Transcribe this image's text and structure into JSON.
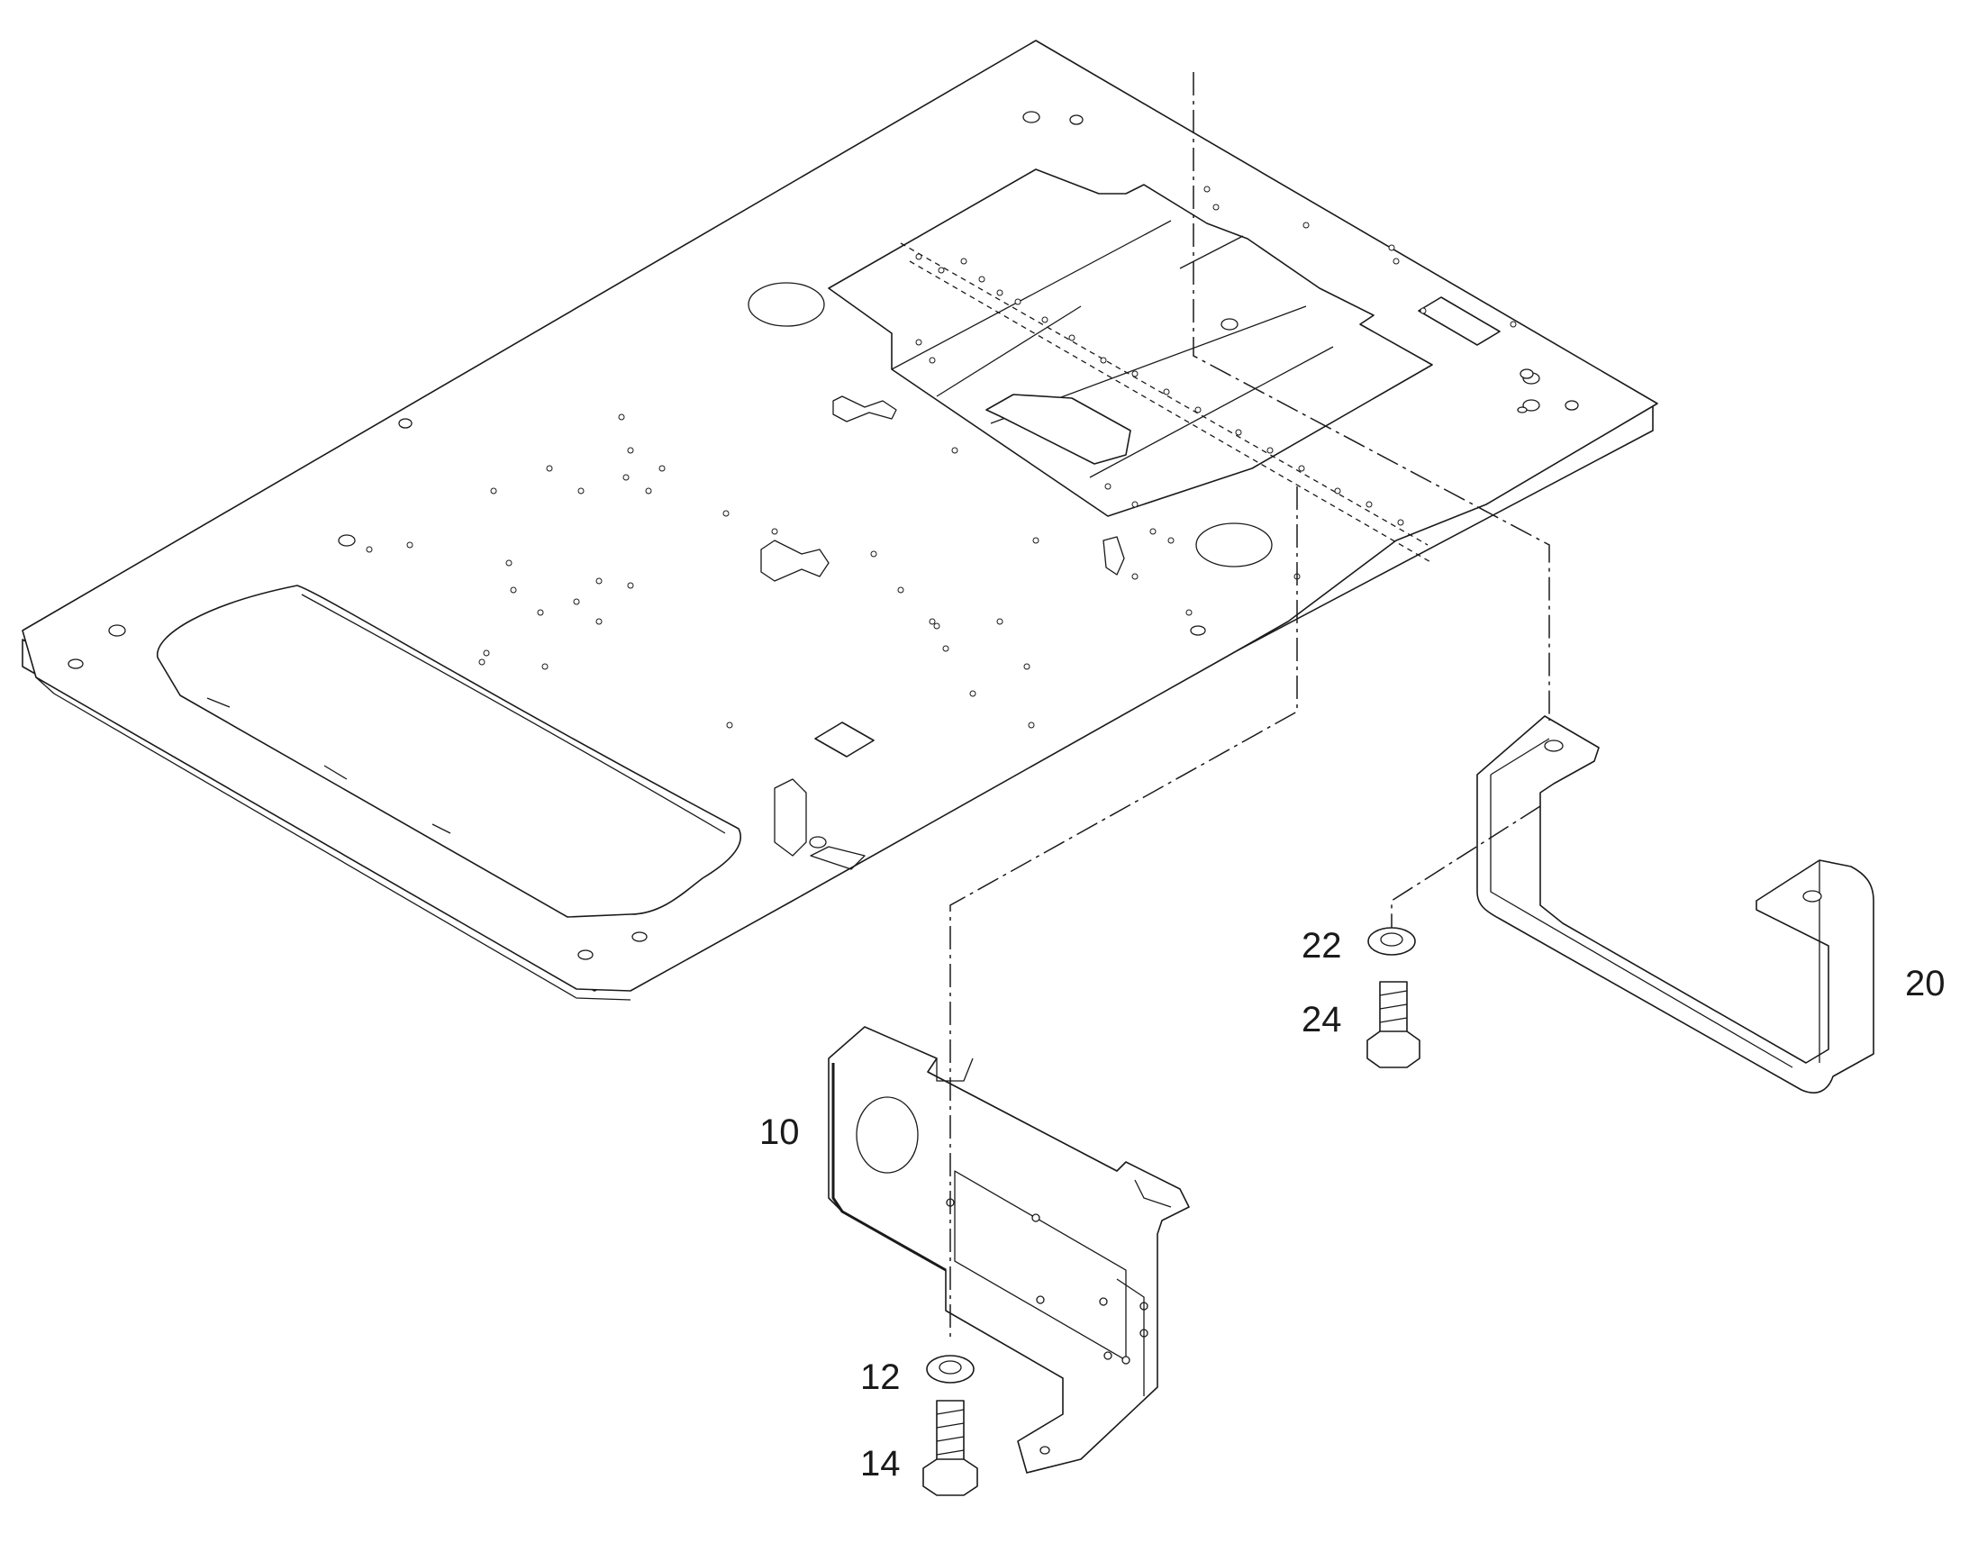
{
  "callouts": {
    "bracket_10": "10",
    "washer_12": "12",
    "bolt_14": "14",
    "bracket_20": "20",
    "washer_22": "22",
    "bolt_24": "24"
  }
}
